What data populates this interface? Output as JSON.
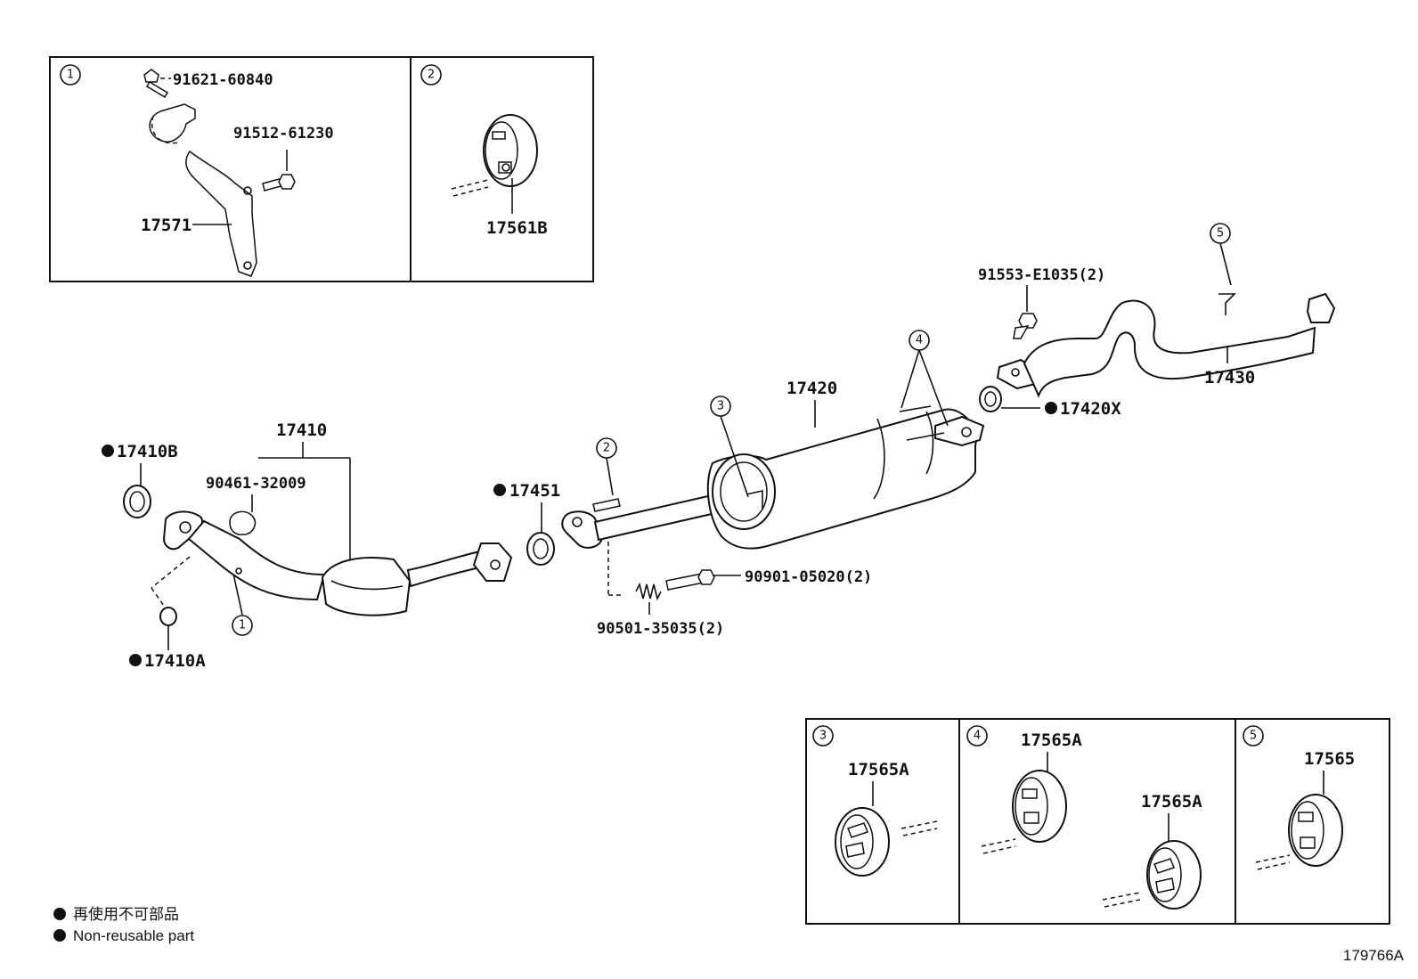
{
  "parts": {
    "p91621": "91621-60840",
    "p91512": "91512-61230",
    "p17571": "17571",
    "p17561B": "17561B",
    "p91553": "91553-E1035(2)",
    "p17420": "17420",
    "p17430": "17430",
    "p17420X": "17420X",
    "p17410": "17410",
    "p17410B": "17410B",
    "p90461": "90461-32009",
    "p17451": "17451",
    "p90901": "90901-05020(2)",
    "p90501": "90501-35035(2)",
    "p17410A": "17410A",
    "p17565A_3": "17565A",
    "p17565A_4a": "17565A",
    "p17565A_4b": "17565A",
    "p17565": "17565"
  },
  "callouts": {
    "c1": "1",
    "c2": "2",
    "c3": "3",
    "c4": "4",
    "c5": "5"
  },
  "legend": {
    "jp": "再使用不可部品",
    "en": "Non-reusable part"
  },
  "figure_id": "179766A"
}
